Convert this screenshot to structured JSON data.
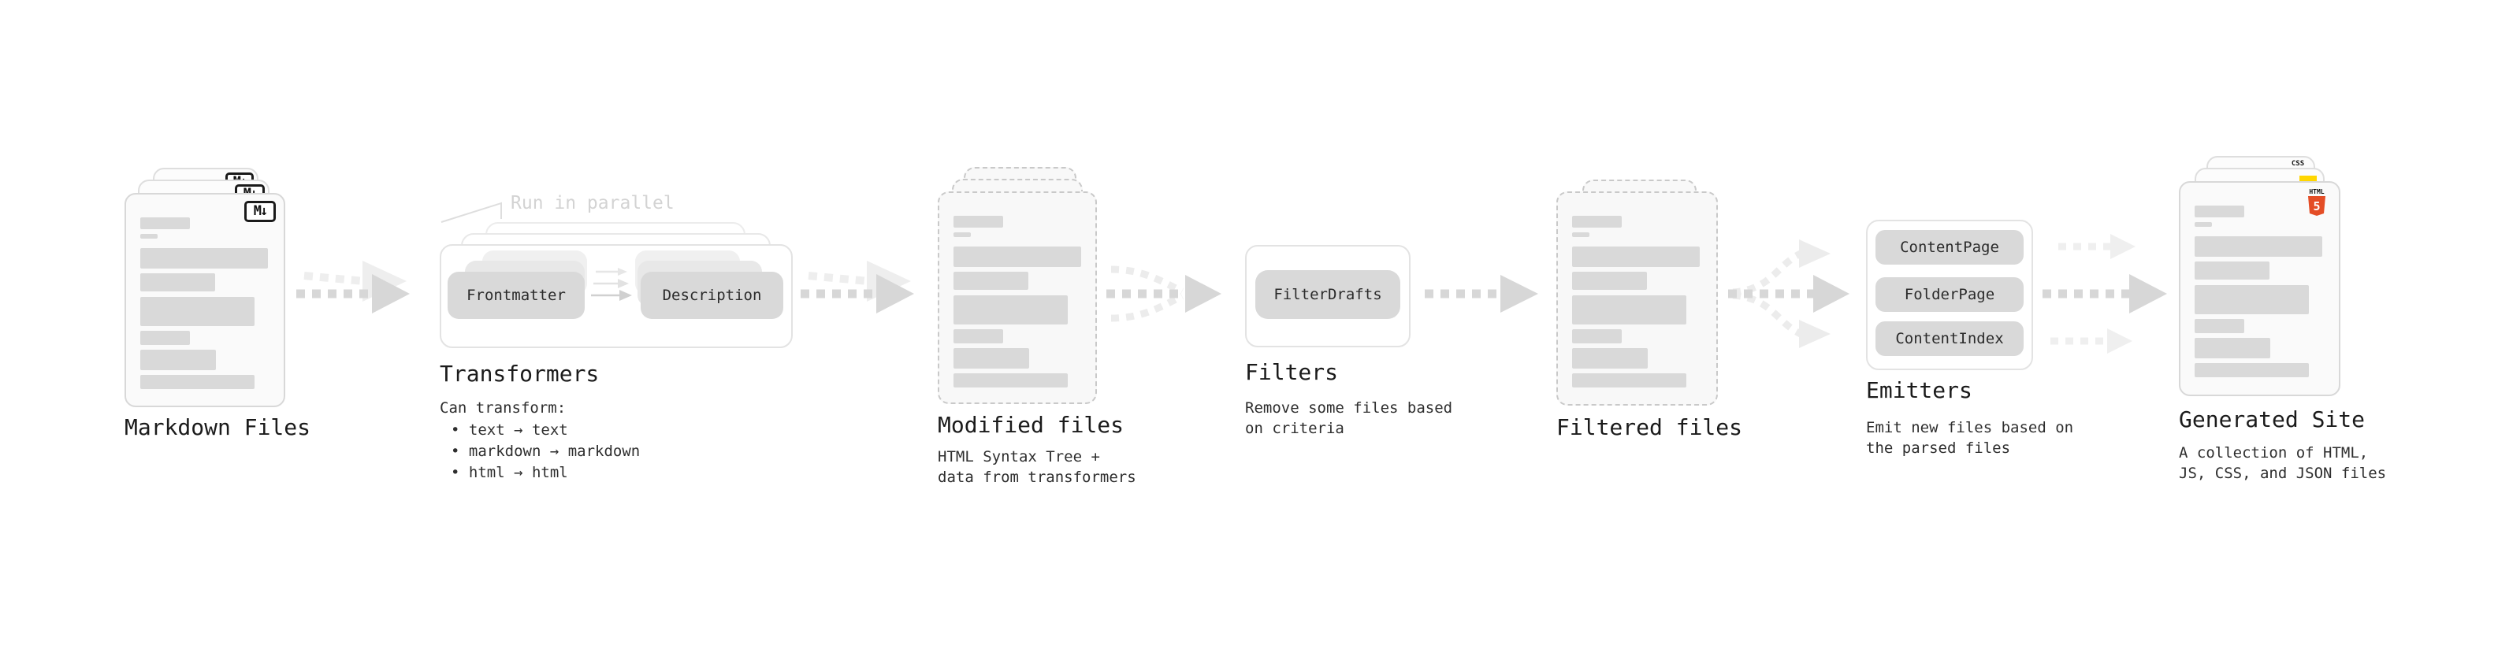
{
  "stages": {
    "markdown_files": {
      "label": "Markdown Files",
      "file_icon": "M↓"
    },
    "transformers": {
      "heading": "Transformers",
      "parallel_note": "Run in parallel",
      "chip_left": "Frontmatter",
      "chip_right": "Description",
      "desc_title": "Can transform:",
      "bullet_1": "• text → text",
      "bullet_2": "• markdown → markdown",
      "bullet_3": "• html → html"
    },
    "modified_files": {
      "heading": "Modified files",
      "desc_line1": "HTML Syntax Tree +",
      "desc_line2": "data from transformers"
    },
    "filters": {
      "heading": "Filters",
      "chip": "FilterDrafts",
      "desc_line1": "Remove some files based",
      "desc_line2": "on criteria"
    },
    "filtered_files": {
      "heading": "Filtered files"
    },
    "emitters": {
      "heading": "Emitters",
      "chip_1": "ContentPage",
      "chip_2": "FolderPage",
      "chip_3": "ContentIndex",
      "desc_line1": "Emit new files based on",
      "desc_line2": "the parsed files"
    },
    "generated_site": {
      "heading": "Generated Site",
      "desc_line1": "A collection of HTML,",
      "desc_line2": "JS, CSS, and JSON files",
      "css_badge": "CSS",
      "html_badge_label": "HTML",
      "html_badge_number": "5"
    }
  },
  "colors": {
    "html5_orange": "#e44d26",
    "js_yellow": "#ffd600",
    "css_blue": "#2962ff",
    "flow_arrow_dark": "#d7d7d7",
    "flow_arrow_light": "#ececec"
  }
}
